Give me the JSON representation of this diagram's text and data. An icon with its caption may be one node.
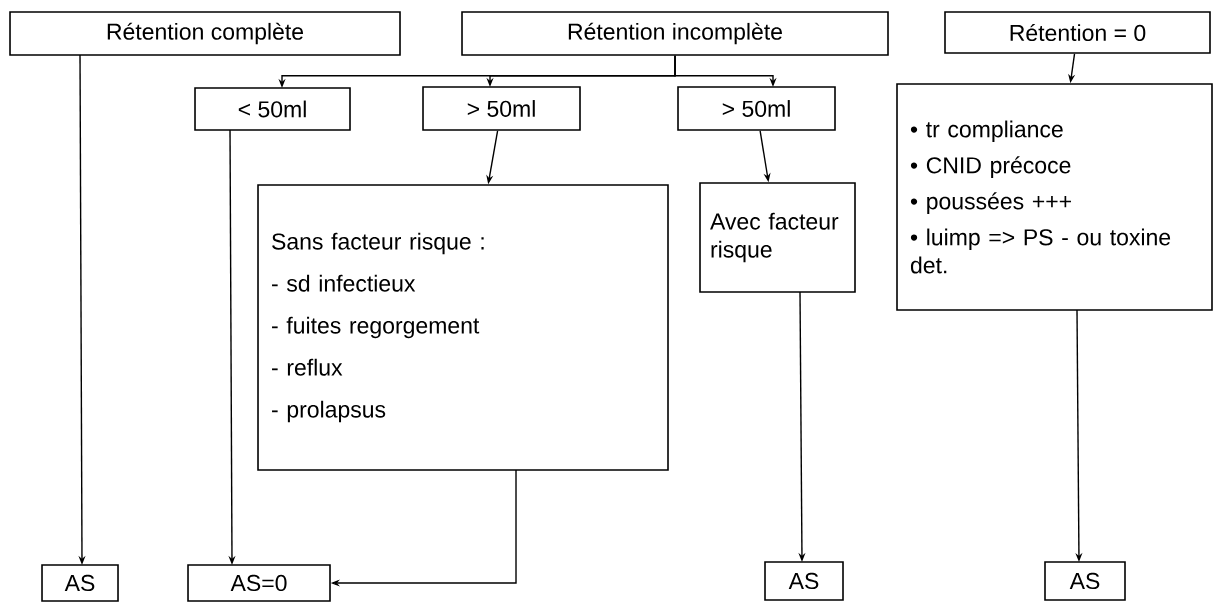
{
  "diagram": {
    "nodes": [
      {
        "text": [
          "Rétention complète"
        ]
      },
      {
        "text": [
          "Rétention incomplète"
        ]
      },
      {
        "text": [
          "Rétention = 0"
        ]
      },
      {
        "text": [
          "< 50ml"
        ]
      },
      {
        "text": [
          "> 50ml"
        ]
      },
      {
        "text": [
          "> 50ml"
        ]
      },
      {
        "text": [
          "Sans facteur risque :",
          "- sd infectieux",
          "- fuites regorgement",
          "- reflux",
          "- prolapsus"
        ]
      },
      {
        "text": [
          "Avec facteur risque"
        ]
      },
      {
        "text": [
          "• tr compliance",
          "• CNID précoce",
          "• poussées +++",
          "• luimp => PS - ou toxine det."
        ]
      },
      {
        "text": [
          "AS"
        ]
      },
      {
        "text": [
          "AS=0"
        ]
      },
      {
        "text": [
          "AS"
        ]
      },
      {
        "text": [
          "AS"
        ]
      }
    ],
    "edges": [
      {
        "from": 0,
        "to": 9,
        "arrow": "to"
      },
      {
        "from": 1,
        "to": 3,
        "arrow": "to"
      },
      {
        "from": 1,
        "to": 4,
        "arrow": "to"
      },
      {
        "from": 1,
        "to": 5,
        "arrow": "to"
      },
      {
        "from": 2,
        "to": 8,
        "arrow": "to"
      },
      {
        "from": 3,
        "to": 10,
        "arrow": "to"
      },
      {
        "from": 4,
        "to": 6,
        "arrow": "to"
      },
      {
        "from": 5,
        "to": 7,
        "arrow": "to"
      },
      {
        "from": 6,
        "to": 10,
        "arrow": "to"
      },
      {
        "from": 7,
        "to": 11,
        "arrow": "to"
      },
      {
        "from": 8,
        "to": 12,
        "arrow": "to"
      }
    ]
  }
}
